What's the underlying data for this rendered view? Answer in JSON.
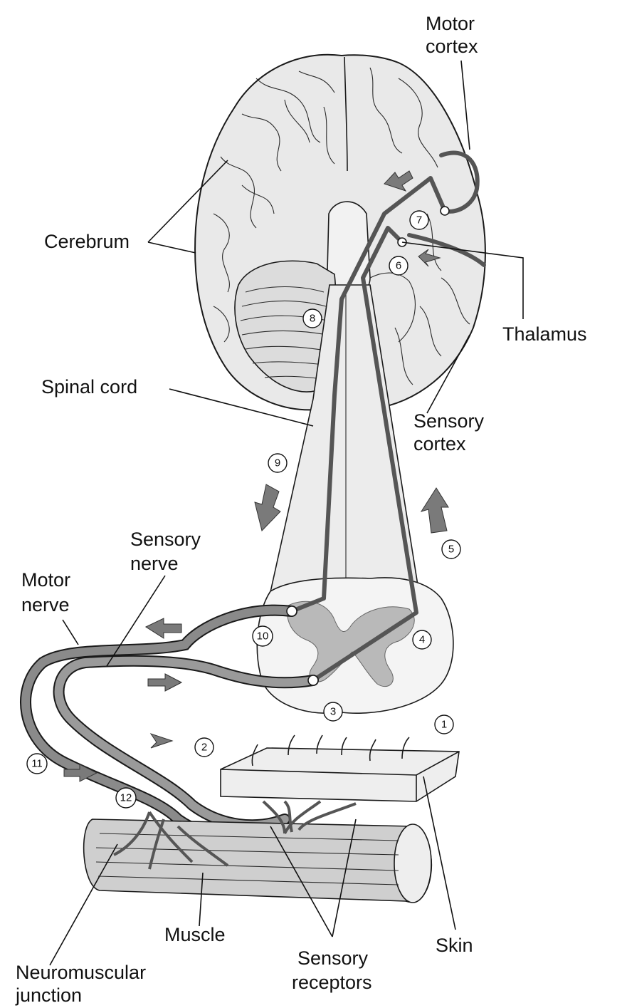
{
  "labels": {
    "motor_cortex_1": "Motor",
    "motor_cortex_2": "cortex",
    "cerebrum": "Cerebrum",
    "thalamus": "Thalamus",
    "spinal_cord": "Spinal cord",
    "sensory_cortex_1": "Sensory",
    "sensory_cortex_2": "cortex",
    "sensory_nerve_1": "Sensory",
    "sensory_nerve_2": "nerve",
    "motor_nerve_1": "Motor",
    "motor_nerve_2": "nerve",
    "muscle": "Muscle",
    "skin": "Skin",
    "sensory_receptors_1": "Sensory",
    "sensory_receptors_2": "receptors",
    "nmj_1": "Neuromuscular",
    "nmj_2": "junction"
  },
  "steps": [
    "1",
    "2",
    "3",
    "4",
    "5",
    "6",
    "7",
    "8",
    "9",
    "10",
    "11",
    "12"
  ],
  "colors": {
    "tissue": "#e6e6e6",
    "nerve": "#8a8a8a",
    "ink": "#1a1a1a"
  }
}
